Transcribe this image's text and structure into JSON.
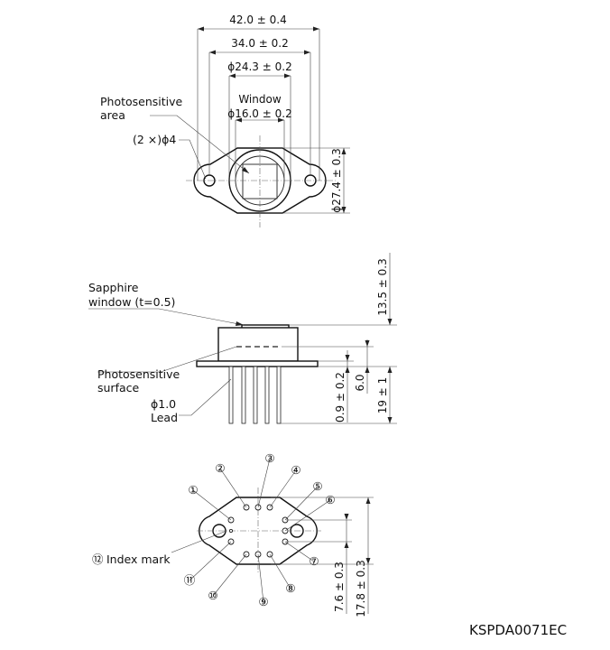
{
  "top_view": {
    "dims": {
      "overall_width": "42.0 ± 0.4",
      "hole_pitch": "34.0 ± 0.2",
      "body_diameter": "ϕ24.3 ± 0.2",
      "window_title": "Window",
      "window_diameter": "ϕ16.0 ± 0.2",
      "flange_height": "ϕ27.4 ± 0.3"
    },
    "labels": {
      "photosensitive_area_1": "Photosensitive",
      "photosensitive_area_2": "area",
      "holes": "(2 ×)ϕ4"
    }
  },
  "side_view": {
    "dims": {
      "height": "13.5 ± 0.3",
      "surface_depth": "6.0",
      "flange_thickness": "0.9 ± 0.2",
      "lead_length": "19 ± 1"
    },
    "labels": {
      "sapphire_1": "Sapphire",
      "sapphire_2": "window (t=0.5)",
      "surface_1": "Photosensitive",
      "surface_2": "surface",
      "lead_dia": "ϕ1.0",
      "lead": "Lead"
    }
  },
  "bottom_view": {
    "pins": [
      "①",
      "②",
      "③",
      "④",
      "⑤",
      "⑥",
      "⑦",
      "⑧",
      "⑨",
      "⑩",
      "⑪",
      "⑫"
    ],
    "index_mark_label": "Index mark",
    "dims": {
      "pin_row_a": "7.6 ± 0.3",
      "pin_row_b": "17.8 ± 0.3"
    }
  },
  "drawing_code": "KSPDA0071EC"
}
